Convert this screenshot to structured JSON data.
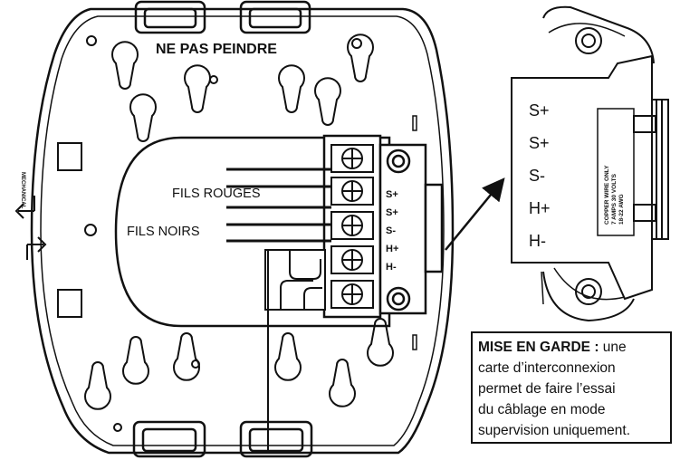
{
  "diagram": {
    "top_label": "NE PAS PEINDRE",
    "red_wires_label": "FILS ROUGES",
    "black_wires_label": "FILS NOIRS",
    "terminal_labels": [
      "S+",
      "S+",
      "S-",
      "H+",
      "H-"
    ],
    "card_terminal_labels": [
      "S+",
      "S+",
      "S-",
      "H+",
      "H-"
    ],
    "card_side_text": [
      "COPPER WIRE ONLY",
      "7 AMPS  30 VOLTS",
      "18-22 AWG"
    ],
    "vertical_side_text": "MECHANICAL"
  },
  "warning": {
    "title": "MISE EN GARDE :",
    "line1_rest": " une",
    "line2": "carte d’interconnexion",
    "line3": "permet de faire l’essai",
    "line4": "du câblage en mode",
    "line5": "supervision uniquement."
  },
  "colors": {
    "stroke": "#111111",
    "background": "#ffffff"
  }
}
